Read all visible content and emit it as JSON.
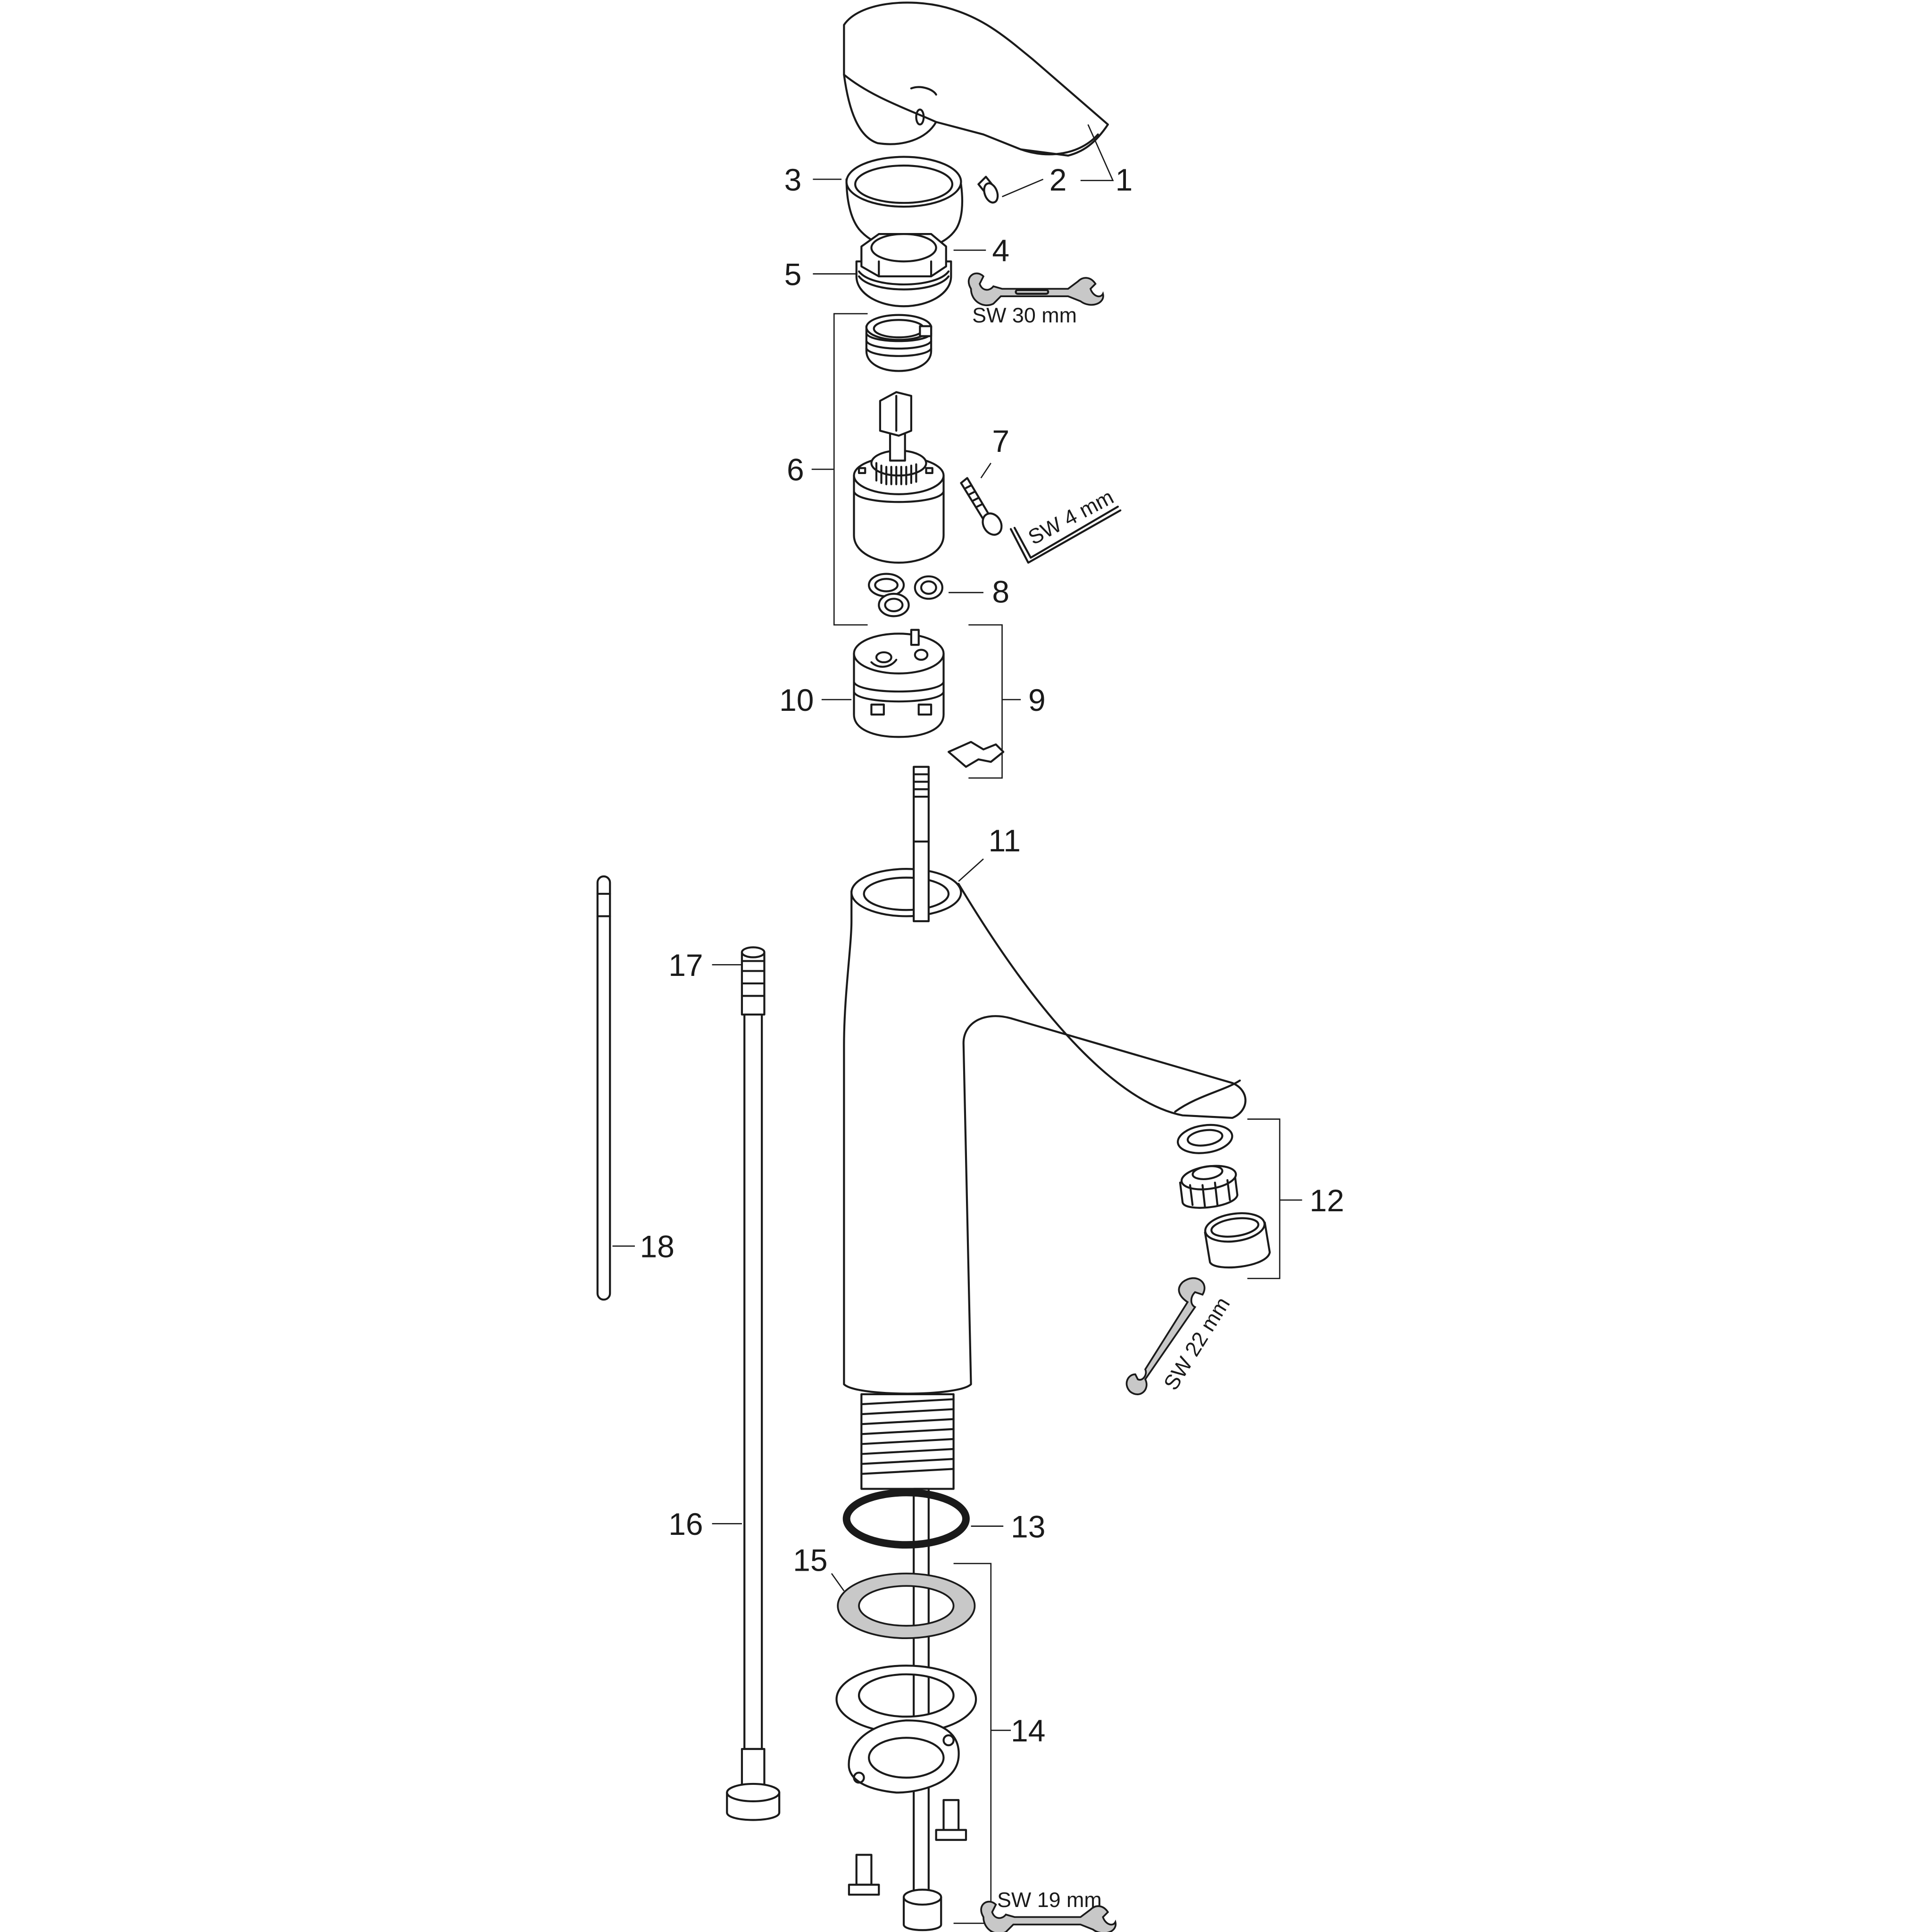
{
  "diagram": {
    "type": "exploded-parts-diagram",
    "subject": "single-lever basin mixer tap",
    "colors": {
      "line": "#1a1a1a",
      "background": "#ffffff",
      "wrench_fill": "#c8c8c8",
      "washer_fill": "#c8c8c8"
    }
  },
  "parts": [
    {
      "id": "1",
      "label": "1",
      "name": "lever handle"
    },
    {
      "id": "2",
      "label": "2",
      "name": "grub screw"
    },
    {
      "id": "3",
      "label": "3",
      "name": "cover cap"
    },
    {
      "id": "4",
      "label": "4",
      "name": "hex nut"
    },
    {
      "id": "5",
      "label": "5",
      "name": "threaded ring"
    },
    {
      "id": "6",
      "label": "6",
      "name": "cartridge assembly"
    },
    {
      "id": "7",
      "label": "7",
      "name": "screw"
    },
    {
      "id": "8",
      "label": "8",
      "name": "seal set"
    },
    {
      "id": "9",
      "label": "9",
      "name": "diverter / adapter assembly"
    },
    {
      "id": "10",
      "label": "10",
      "name": "cartridge base"
    },
    {
      "id": "11",
      "label": "11",
      "name": "tap body"
    },
    {
      "id": "12",
      "label": "12",
      "name": "aerator set"
    },
    {
      "id": "13",
      "label": "13",
      "name": "O-ring"
    },
    {
      "id": "14",
      "label": "14",
      "name": "fixing set"
    },
    {
      "id": "15",
      "label": "15",
      "name": "washer"
    },
    {
      "id": "16",
      "label": "16",
      "name": "flexible hose"
    },
    {
      "id": "17",
      "label": "17",
      "name": "hose connector"
    },
    {
      "id": "18",
      "label": "18",
      "name": "pull rod"
    }
  ],
  "tools": [
    {
      "id": "wrench-30",
      "label": "SW 30 mm",
      "type": "open-end wrench"
    },
    {
      "id": "hexkey-4",
      "label": "SW 4 mm",
      "type": "hex key"
    },
    {
      "id": "wrench-22",
      "label": "SW 22 mm",
      "type": "open-end wrench"
    },
    {
      "id": "wrench-19",
      "label": "SW 19 mm",
      "type": "open-end wrench"
    }
  ]
}
